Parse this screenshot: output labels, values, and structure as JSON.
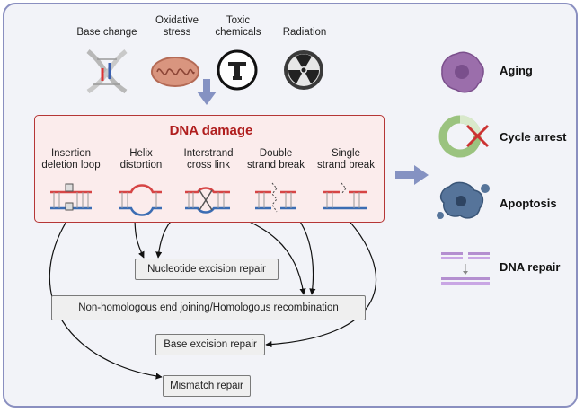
{
  "causes": [
    {
      "label_lines": [
        "Base change"
      ],
      "icon": "dna-helix-icon"
    },
    {
      "label_lines": [
        "Oxidative",
        "stress"
      ],
      "icon": "mitochondrion-icon"
    },
    {
      "label_lines": [
        "Toxic",
        "chemicals"
      ],
      "icon": "toxic-chemical-icon"
    },
    {
      "label_lines": [
        "Radiation"
      ],
      "icon": "radiation-icon"
    }
  ],
  "damage": {
    "title": "DNA damage",
    "types": [
      {
        "label_lines": [
          "Insertion",
          "deletion loop"
        ],
        "icon": "insertion-deletion-loop-icon"
      },
      {
        "label_lines": [
          "Helix",
          "distortion"
        ],
        "icon": "helix-distortion-icon"
      },
      {
        "label_lines": [
          "Interstrand",
          "cross link"
        ],
        "icon": "interstrand-cross-link-icon"
      },
      {
        "label_lines": [
          "Double",
          "strand break"
        ],
        "icon": "double-strand-break-icon"
      },
      {
        "label_lines": [
          "Single",
          "strand break"
        ],
        "icon": "single-strand-break-icon"
      }
    ]
  },
  "repairs": {
    "ner": "Nucleotide excision repair",
    "nhej": "Non-homologous end joining/Homologous recombination",
    "ber": "Base excision repair",
    "mmr": "Mismatch repair"
  },
  "outcomes": [
    {
      "label": "Aging",
      "icon": "aging-cell-icon"
    },
    {
      "label": "Cycle arrest",
      "icon": "cell-cycle-arrest-icon"
    },
    {
      "label": "Apoptosis",
      "icon": "apoptotic-cell-icon"
    },
    {
      "label": "DNA repair",
      "icon": "dna-repair-icon"
    }
  ],
  "colors": {
    "frame": "#8a8fc0",
    "damage_border": "#b53636",
    "damage_title": "#b01e1e",
    "arrow": "#8592c2",
    "strand_red": "#d64545",
    "strand_blue": "#3b6db3"
  }
}
